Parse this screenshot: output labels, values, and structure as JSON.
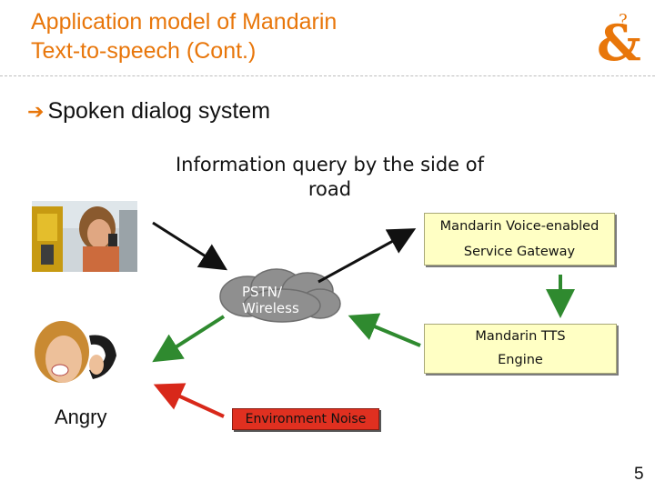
{
  "slide": {
    "title": "Application model of Mandarin\nText-to-speech (Cont.)",
    "bullet": "Spoken dialog system",
    "query": "Information query by the side of\nroad",
    "page_number": "5"
  },
  "diagram": {
    "gateway_line1": "Mandarin Voice-enabled",
    "gateway_line2": "Service Gateway",
    "tts_line1": "Mandarin TTS",
    "tts_line2": "Engine",
    "cloud_label": "PSTN/\nWireless",
    "noise_label": "Environment Noise",
    "angry_label": "Angry"
  },
  "colors": {
    "title": "#e8760a",
    "box_fill": "#ffffc4",
    "noise_fill": "#e03020",
    "arrow_black": "#111111",
    "arrow_green": "#2f8a2f",
    "arrow_red": "#d8281a",
    "cloud": "#8f8f8f"
  },
  "icons": [
    "arrow-right-bullet-icon",
    "ampersand-logo-icon"
  ]
}
